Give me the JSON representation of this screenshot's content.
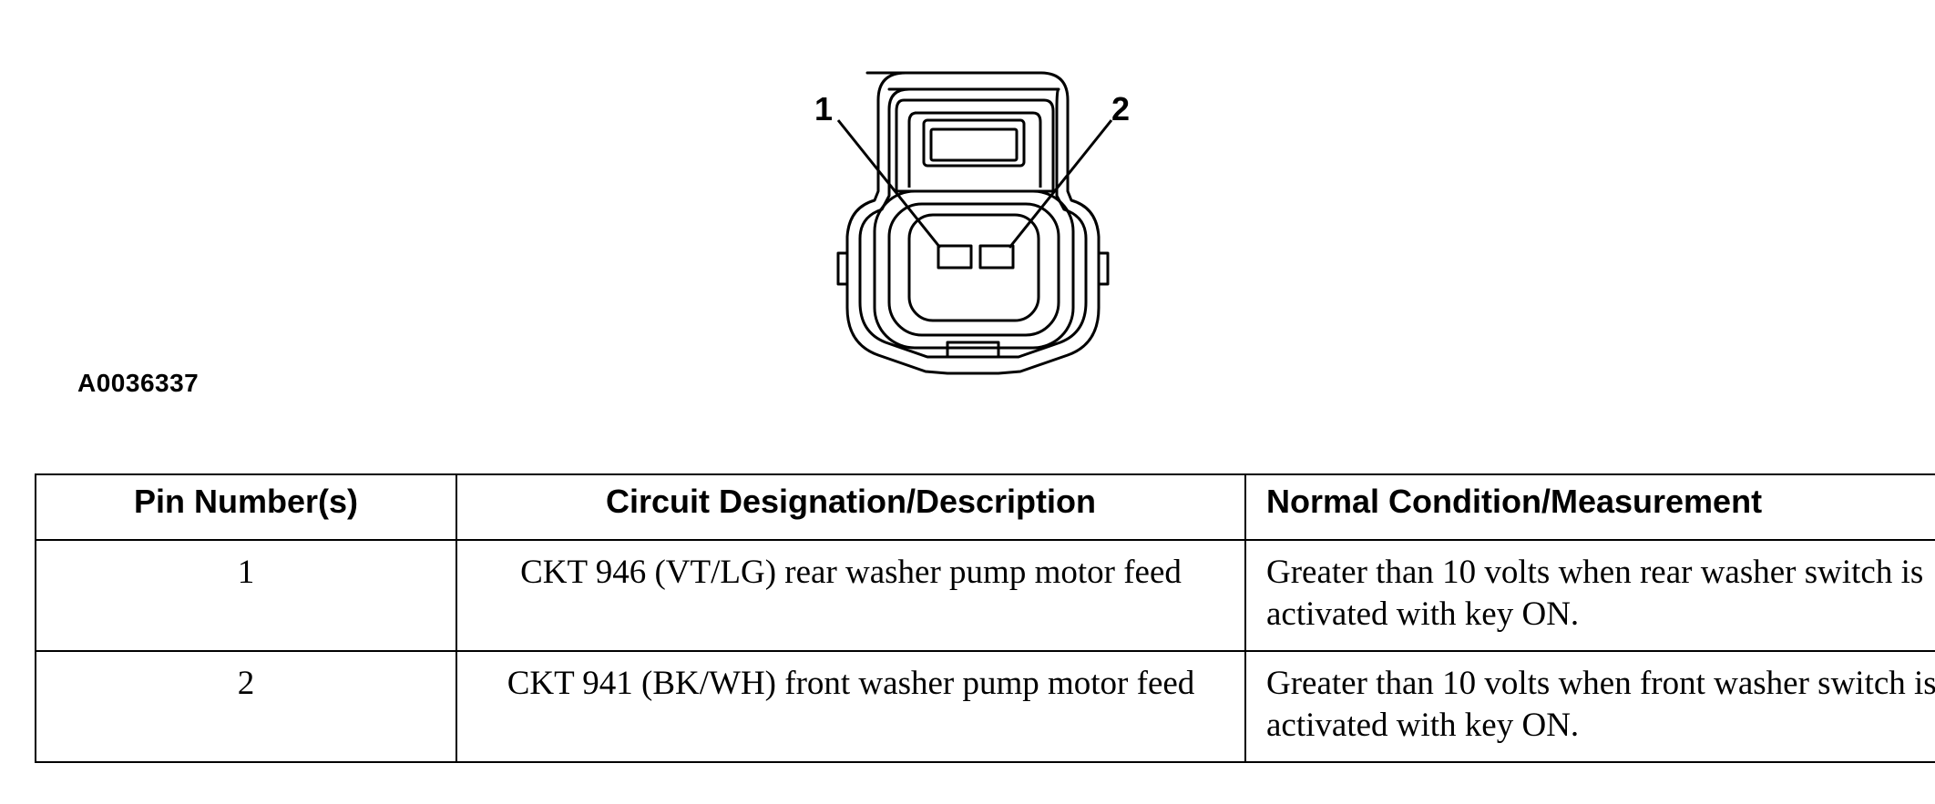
{
  "figure": {
    "id": "A0036337",
    "pin_labels": [
      "1",
      "2"
    ]
  },
  "table": {
    "headers": [
      "Pin Number(s)",
      "Circuit Designation/Description",
      "Normal Condition/Measurement"
    ],
    "rows": [
      {
        "pin": "1",
        "circuit": "CKT 946 (VT/LG) rear washer pump motor feed",
        "measurement": "Greater than 10 volts when rear washer switch is activated with key ON."
      },
      {
        "pin": "2",
        "circuit": "CKT 941 (BK/WH) front washer pump motor feed",
        "measurement": "Greater than 10 volts when front washer switch is activated with key ON."
      }
    ]
  }
}
